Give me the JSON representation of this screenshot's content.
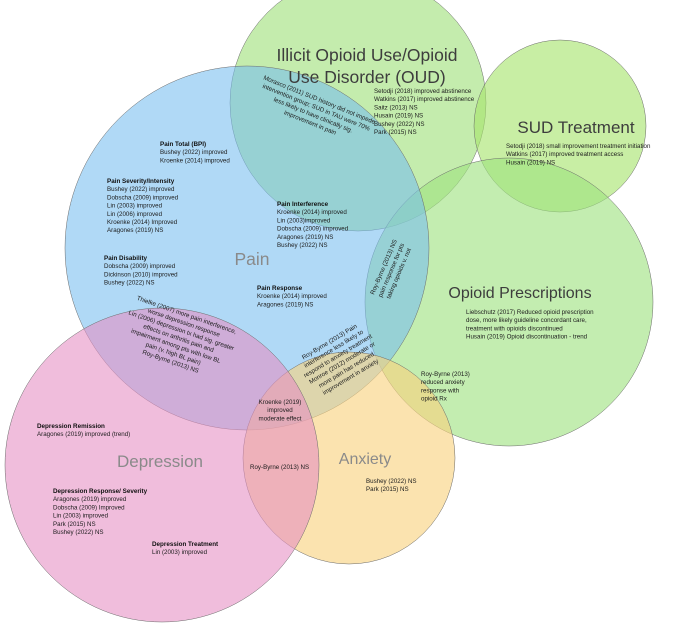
{
  "colors": {
    "pain": "#77bdf0",
    "illicit": "#9fe07a",
    "sud": "#a6e36c",
    "opioid": "#9ee27f",
    "depression": "#e58ec2",
    "anxiety": "#f8d27e",
    "outline": "#6b6b6b"
  },
  "circles": {
    "pain": {
      "title": "Pain"
    },
    "illicit": {
      "title_line1": "Illicit Opioid Use/Opioid",
      "title_line2": "Use Disorder (OUD)"
    },
    "sud": {
      "title": "SUD Treatment"
    },
    "opioid": {
      "title": "Opioid Prescriptions"
    },
    "depression": {
      "title": "Depression"
    },
    "anxiety": {
      "title": "Anxiety"
    }
  },
  "pain_groups": {
    "total": {
      "heading": "Pain Total (BPI)",
      "items": [
        "Bushey (2022) improved",
        "Kroenke (2014) improved"
      ]
    },
    "severity": {
      "heading": "Pain Severity/Intensity",
      "items": [
        "Bushey (2022) improved",
        "Dobscha (2009) improved",
        "Lin (2003) improved",
        "Lin (2006) improved",
        "Kroenke (2014) Improved",
        "Aragones (2019) NS"
      ]
    },
    "interference": {
      "heading": "Pain Interference",
      "items": [
        "Kroenke (2014) improved",
        "Lin (2003)improved",
        "Dobscha (2009) improved",
        "Aragones (2019) NS",
        "Bushey (2022) NS"
      ]
    },
    "disability": {
      "heading": "Pain Disability",
      "items": [
        "Dobscha (2009) improved",
        "Dickinson (2010) improved",
        "Bushey (2022) NS"
      ]
    },
    "response": {
      "heading": "Pain Response",
      "items": [
        "Kroenke (2014) improved",
        "Aragones (2019) NS"
      ]
    }
  },
  "illicit_items": [
    "Setodji (2018) improved abstinence",
    "Watkins (2017) improved abstinence",
    "Saitz (2013) NS",
    "Husain (2019) NS",
    "Bushey (2022) NS",
    "Park (2015) NS"
  ],
  "sud_items": [
    "Setodji (2018) small improvement treatment initiation",
    "Watkins (2017) improved treatment access",
    "Husain (2019) NS"
  ],
  "opioid_items": [
    "Liebschutz (2017) Reduced opioid prescription",
    "dose, more likely guideline concordant care,",
    "treatment with opioids discontinued",
    "Husain (2019) Opioid discontinuation - trend"
  ],
  "depression_groups": {
    "remission": {
      "heading": "Depression Remission",
      "items": [
        "Aragones (2019) improved (trend)"
      ]
    },
    "response": {
      "heading": "Depression Response/ Severity",
      "items": [
        "Aragones (2019) improved",
        "Dobscha (2009) Improved",
        "Lin (2003) improved",
        "Park (2015) NS",
        "Bushey (2022) NS"
      ]
    },
    "treatment": {
      "heading": "Depression Treatment",
      "items": [
        "Lin (2003) improved"
      ]
    }
  },
  "anxiety_items": [
    "Bushey (2022) NS",
    "Park (2015) NS"
  ],
  "overlaps": {
    "pain_illicit": [
      "Morasco (2011) SUD history did not impede",
      "intervention group; SUD in TAU were 70%",
      "less likely to have clinically sig.",
      "improvement in pain"
    ],
    "pain_opioid": [
      "Roy-Byrne (2013) NS",
      "pain response for pts",
      "taking opioids v. not"
    ],
    "pain_depression": [
      "Thielke (2007) more pain interference,",
      "worse depression response",
      "Lin (2006) depression tx had sig. greater",
      "effects on arthritis pain and",
      "impairment among pts with low BL",
      "pain (v. high BL pain)",
      "Roy-Byrne (2013) NS"
    ],
    "pain_anxiety": [
      "Roy-Byrne (2013) Pain",
      "interference less likely to",
      "respond to anxiety treatment",
      "Monroe (2012) moderate or",
      "more pain has reduced",
      "improvement in anxiety"
    ],
    "opioid_anxiety": [
      "Roy-Byrne (2013)",
      "reduced anxiety",
      "response with",
      "opioid Rx"
    ],
    "center": [
      "Kroenke (2019)",
      "improved",
      "moderate effect"
    ],
    "depression_anxiety": [
      "Roy-Byrne (2013) NS"
    ]
  }
}
